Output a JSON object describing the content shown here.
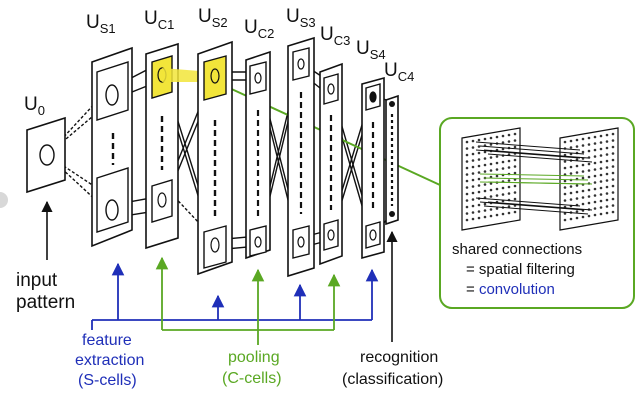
{
  "layers": [
    {
      "id": "u0",
      "base": "U",
      "sub": "0"
    },
    {
      "id": "us1",
      "base": "U",
      "sub": "S1"
    },
    {
      "id": "uc1",
      "base": "U",
      "sub": "C1"
    },
    {
      "id": "us2",
      "base": "U",
      "sub": "S2"
    },
    {
      "id": "uc2",
      "base": "U",
      "sub": "C2"
    },
    {
      "id": "us3",
      "base": "U",
      "sub": "S3"
    },
    {
      "id": "uc3",
      "base": "U",
      "sub": "C3"
    },
    {
      "id": "us4",
      "base": "U",
      "sub": "S4"
    },
    {
      "id": "uc4",
      "base": "U",
      "sub": "C4"
    }
  ],
  "labels": {
    "input": [
      "input",
      "pattern"
    ],
    "feature": [
      "feature",
      "extraction",
      "(S-cells)"
    ],
    "pooling": [
      "pooling",
      "(C-cells)"
    ],
    "recognition": [
      "recognition",
      "(classification)"
    ]
  },
  "inset": {
    "line1": "shared connections",
    "line2": "= spatial filtering",
    "line3_prefix": "= ",
    "line3_word": "convolution"
  },
  "colors": {
    "blue": "#1f2fb8",
    "green": "#5aa823",
    "highlight": "#f2e53a",
    "ink": "#111111"
  }
}
